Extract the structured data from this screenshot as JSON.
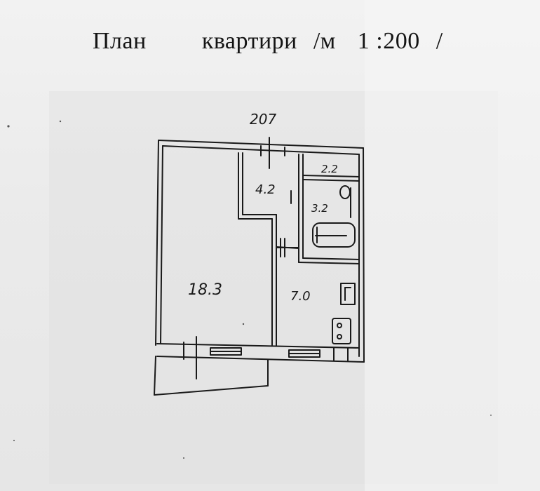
{
  "title": {
    "word_plan": "План",
    "word_apartment": "квартири",
    "scale_prefix": "/м",
    "scale_value": "1 :200",
    "scale_suffix": "/"
  },
  "plan": {
    "overall_dimension": "207",
    "rooms": [
      {
        "id": "living-room",
        "area": "18.3"
      },
      {
        "id": "hall",
        "area": "4.2"
      },
      {
        "id": "kitchen",
        "area": "7.0"
      },
      {
        "id": "bathroom",
        "area": "3.2"
      },
      {
        "id": "wc",
        "area": "2.2"
      }
    ]
  }
}
